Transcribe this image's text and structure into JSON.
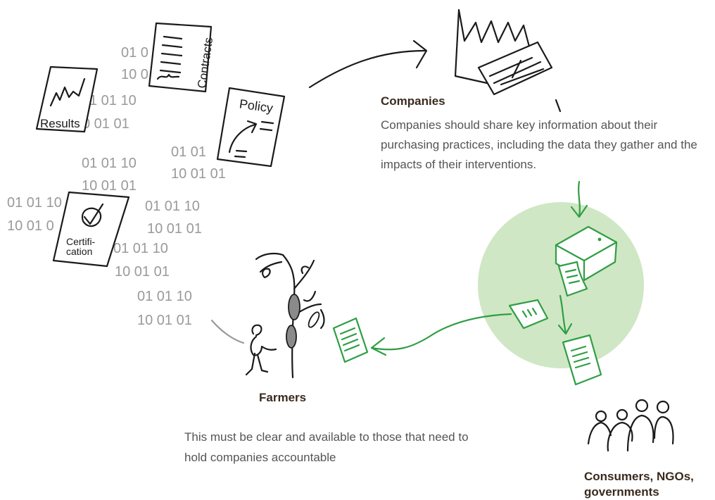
{
  "colors": {
    "accent_green": "#2f9e44",
    "circle_fill": "#cfe7c4",
    "binary_gray": "#9a9a9a",
    "heading_brown": "#3a2a1e"
  },
  "documents": {
    "contracts": "Contracts",
    "results": "Results",
    "policy": "Policy",
    "certification_line1": "Certifi-",
    "certification_line2": "cation"
  },
  "binary": {
    "t01": "01 0",
    "t02": "10 0",
    "t03": "1 01 10",
    "t04": "0 01 01",
    "t05": "01 01",
    "t06": "10 01 01",
    "t07": "01 01 10",
    "t08": "10 01 01",
    "t09": "01 01 10",
    "t10": "10 01 0",
    "t11": "01 01 10",
    "t12": "10 01 01",
    "t13": "01 01 10",
    "t14": "10 01 01",
    "t15": "01 01 10",
    "t16": "10 01 01"
  },
  "companies": {
    "heading": "Companies",
    "description": "Companies should share key information about their purchasing practices, including the data they gather and the impacts of their interventions."
  },
  "farmers": {
    "heading": "Farmers",
    "description": "This must be clear and available to those that need to hold companies accountable"
  },
  "consumers": {
    "heading": "Consumers, NGOs, governments"
  }
}
